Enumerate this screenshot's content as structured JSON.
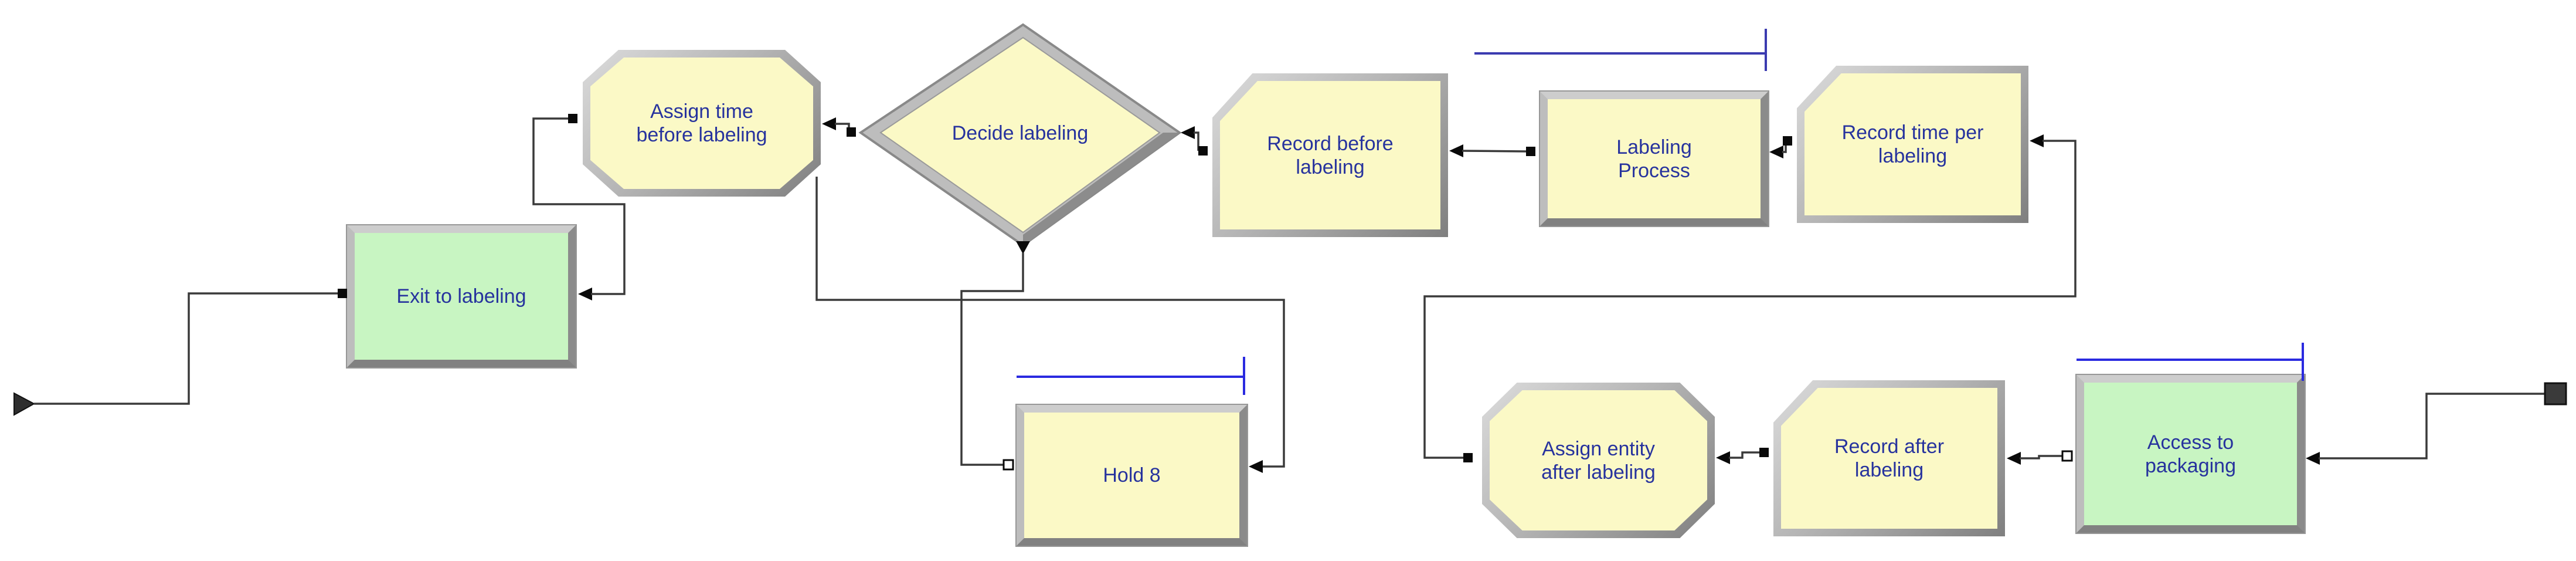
{
  "nodes": [
    {
      "id": "exit-to-labeling",
      "label": "Exit to labeling",
      "shape": "rectangle",
      "fill": "#c8f5c2"
    },
    {
      "id": "assign-time-before-labeling",
      "label": "Assign time before labeling",
      "shape": "octagon",
      "fill": "#fbf9c6"
    },
    {
      "id": "decide-labeling",
      "label": "Decide labeling",
      "shape": "diamond",
      "fill": "#fbf9c6"
    },
    {
      "id": "record-before-labeling",
      "label": "Record before labeling",
      "shape": "notched-rectangle",
      "fill": "#fbf9c6"
    },
    {
      "id": "labeling-process",
      "label": "Labeling Process",
      "shape": "rectangle",
      "fill": "#fbf9c6",
      "has_queue_line": true
    },
    {
      "id": "record-time-per-labeling",
      "label": "Record time per labeling",
      "shape": "notched-rectangle",
      "fill": "#fbf9c6"
    },
    {
      "id": "hold-8",
      "label": "Hold 8",
      "shape": "rectangle",
      "fill": "#fbf9c6",
      "has_queue_line": true
    },
    {
      "id": "assign-entity-after-labeling",
      "label": "Assign entity after labeling",
      "shape": "octagon",
      "fill": "#fbf9c6"
    },
    {
      "id": "record-after-labeling",
      "label": "Record after labeling",
      "shape": "notched-rectangle",
      "fill": "#fbf9c6"
    },
    {
      "id": "access-to-packaging",
      "label": "Access to packaging",
      "shape": "rectangle",
      "fill": "#c8f5c2",
      "has_queue_line": true
    }
  ],
  "terminals": {
    "start": "flow-start-triangle",
    "end": "flow-end-square"
  },
  "colors": {
    "module_yellow": "#fbf9c6",
    "station_green": "#c8f5c2",
    "label_blue": "#27339e",
    "bevel_light": "#cdcdcd",
    "bevel_dark": "#818181",
    "border_gray": "#979797",
    "connector_dark": "#3a3a3a",
    "marker_black": "#0a0a0a",
    "queue_blue": "#2a2ae0",
    "background": "#ffffff"
  }
}
